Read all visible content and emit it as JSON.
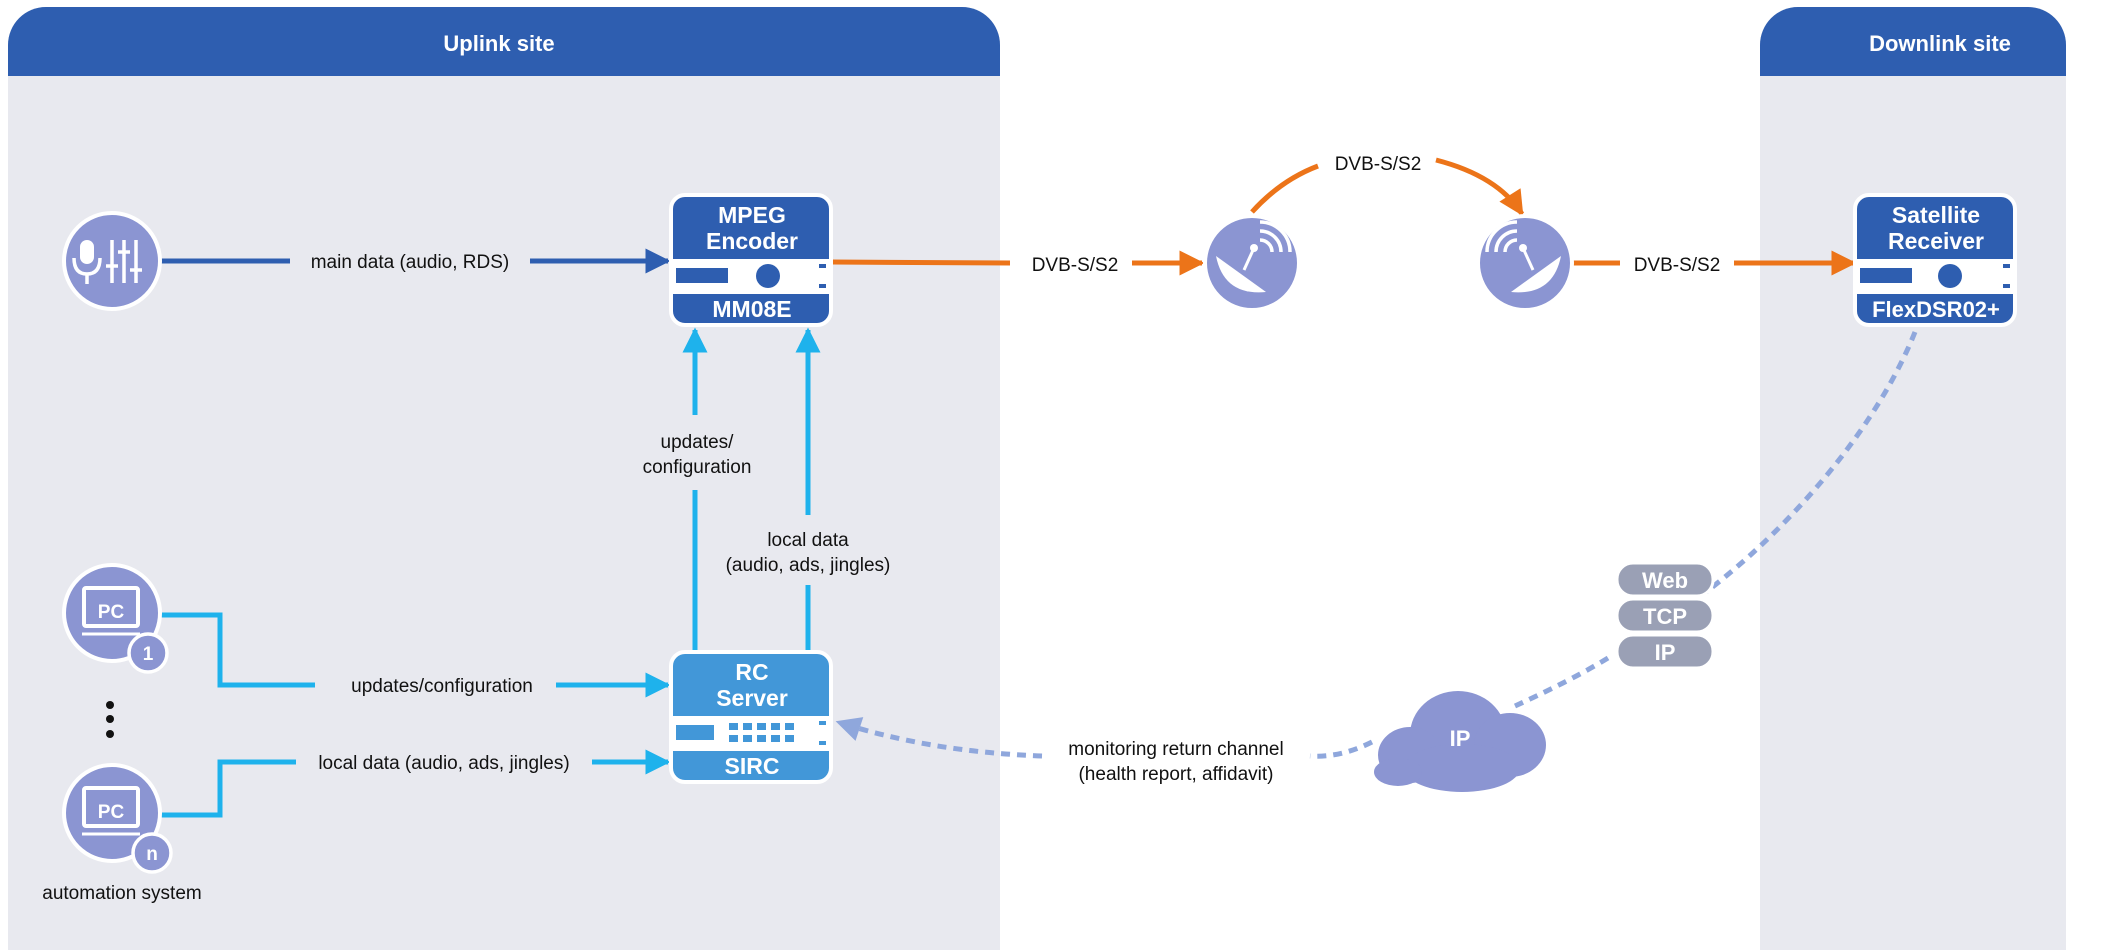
{
  "sites": {
    "uplink": {
      "title": "Uplink site"
    },
    "downlink": {
      "title": "Downlink site"
    }
  },
  "devices": {
    "mpeg_encoder": {
      "title_line1": "MPEG",
      "title_line2": "Encoder",
      "model": "MM08E"
    },
    "rc_server": {
      "title_line1": "RC",
      "title_line2": "Server",
      "model": "SIRC"
    },
    "satellite_receiver": {
      "title_line1": "Satellite",
      "title_line2": "Receiver",
      "model": "FlexDSR02+"
    }
  },
  "pcs": {
    "pc1": {
      "label": "PC",
      "badge": "1"
    },
    "pcn": {
      "label": "PC",
      "badge": "n"
    },
    "caption": "automation system"
  },
  "cloud": {
    "label": "IP"
  },
  "protocol_stack": [
    "Web",
    "TCP",
    "IP"
  ],
  "links": {
    "main_data": "main data (audio, RDS)",
    "updates_config_pc": "updates/configuration",
    "local_data_pc": "local data (audio, ads, jingles)",
    "updates_config_vertical_1": "updates/",
    "updates_config_vertical_2": "configuration",
    "local_data_vertical_1": "local data",
    "local_data_vertical_2": "(audio, ads, jingles)",
    "dvb_encoder_to_dish": "DVB-S/S2",
    "dvb_satellite": "DVB-S/S2",
    "dvb_dish_to_receiver": "DVB-S/S2",
    "monitoring_1": "monitoring return channel",
    "monitoring_2": "(health report, affidavit)"
  },
  "colors": {
    "header_blue": "#2e5eb0",
    "panel_gray": "#e8e9ef",
    "device_blue": "#2e5eb0",
    "server_blue": "#4297d8",
    "icon_lavender": "#8b95d2",
    "link_dark_blue": "#2e5eb0",
    "link_cyan": "#1eb2ec",
    "link_orange": "#ec7419",
    "link_dashed": "#8fa7dc",
    "stack_gray": "#9aa0b5"
  }
}
